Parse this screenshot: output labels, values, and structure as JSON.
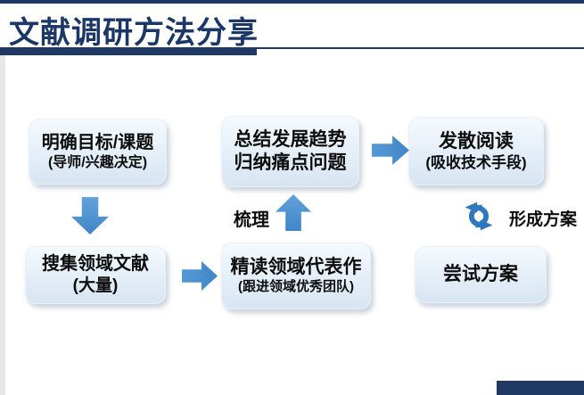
{
  "slide": {
    "title": "文献调研方法分享",
    "colors": {
      "navy_accent": "#1f3864",
      "arrow_blue": "#4f96d5",
      "cycle_blue": "#2e79be",
      "box_fill_top": "#f5fafd",
      "box_fill_bottom": "#d7e5f2",
      "text": "#0d0d0d",
      "left_strip_gray": "#e7e7e7"
    }
  },
  "flow": {
    "boxes": [
      {
        "id": "goal",
        "line1": "明确目标/课题",
        "line2": "(导师/兴趣决定)"
      },
      {
        "id": "collect",
        "line1": "搜集领域文献",
        "line2": "(大量)"
      },
      {
        "id": "read",
        "line1": "精读领域代表作",
        "line2": "(跟进领域优秀团队)"
      },
      {
        "id": "summarize",
        "line1": "总结发展趋势",
        "line2": "归纳痛点问题"
      },
      {
        "id": "diverge",
        "line1": "发散阅读",
        "line2": "(吸收技术手段)"
      },
      {
        "id": "try",
        "line1": "尝试方案",
        "line2": ""
      }
    ],
    "labels": {
      "comb": "梳理",
      "form_plan": "形成方案"
    }
  }
}
